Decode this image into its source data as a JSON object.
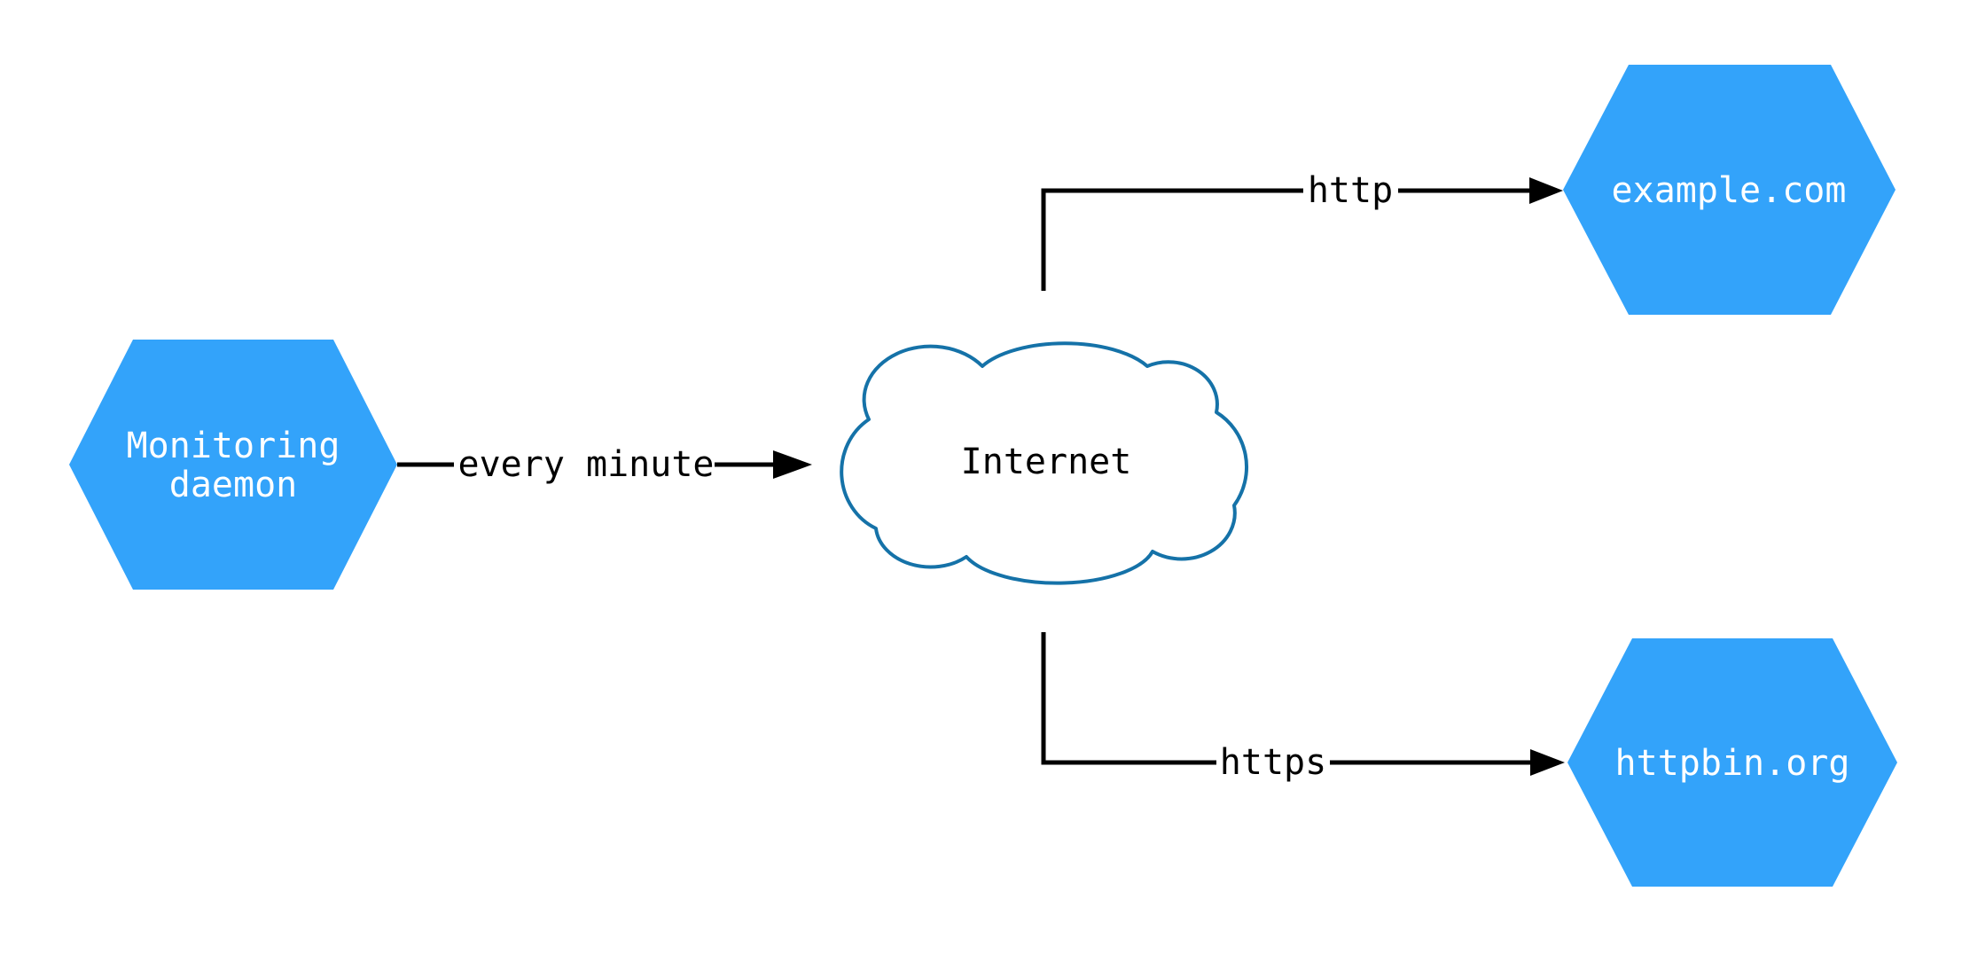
{
  "diagram": {
    "title": "monitoring-flow-diagram",
    "background": "#ffffff",
    "node_fill": "#33A3FA",
    "node_text_color": "#ffffff",
    "cloud_fill": "#ffffff",
    "cloud_stroke": "#1572A8",
    "cloud_text_color": "#000000",
    "edge_color": "#000000",
    "edge_text_color": "#000000",
    "nodes": {
      "monitoring_daemon": {
        "shape": "hexagon",
        "label": "Monitoring daemon",
        "label_line1": "Monitoring",
        "label_line2": "daemon"
      },
      "internet": {
        "shape": "cloud",
        "label": "Internet"
      },
      "example_com": {
        "shape": "hexagon",
        "label": "example.com"
      },
      "httpbin_org": {
        "shape": "hexagon",
        "label": "httpbin.org"
      }
    },
    "edges": [
      {
        "from": "Monitoring daemon",
        "to": "Internet",
        "label": "every minute"
      },
      {
        "from": "Internet",
        "to": "example.com",
        "label": "http"
      },
      {
        "from": "Internet",
        "to": "httpbin.org",
        "label": "https"
      }
    ]
  }
}
